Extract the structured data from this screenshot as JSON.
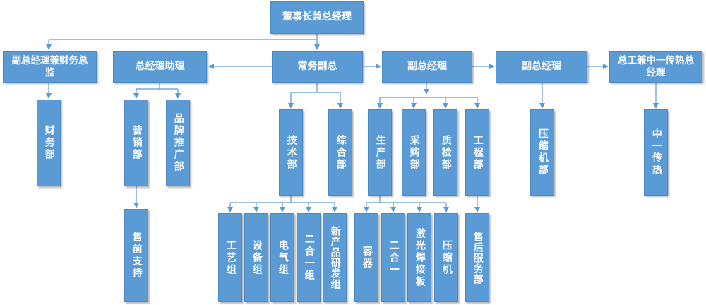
{
  "chart": {
    "chairman": "董事长兼总经理",
    "vp_finance": "副总经理兼财务总监",
    "assistant_gm": "总经理助理",
    "executive_vp": "常务副总",
    "vp_1": "副总经理",
    "vp_2": "副总经理",
    "chief_engineer": "总工兼中一传热总经理",
    "finance_dept": "财务部",
    "marketing_dept": "营销部",
    "brand_dept": "品牌推广部",
    "presales": "售前支持",
    "tech_dept": "技术部",
    "general_dept": "综合部",
    "process_group": "工艺组",
    "equipment_group": "设备组",
    "electrical_group": "电气组",
    "two_in_one_group": "二合一组",
    "new_product_group": "新产品研发组",
    "production_dept": "生产部",
    "purchasing_dept": "采购部",
    "qc_dept": "质检部",
    "engineering_dept": "工程部",
    "vessel": "容器",
    "two_in_one": "二合一",
    "laser_welding": "激光焊接板",
    "compressor": "压缩机",
    "after_sales": "售后服务部",
    "compressor_dept": "压缩机部",
    "zhongyi": "中一传热"
  },
  "colors": {
    "box": "#5b9bd5",
    "line": "#5b9bd5",
    "text": "#ffffff"
  }
}
